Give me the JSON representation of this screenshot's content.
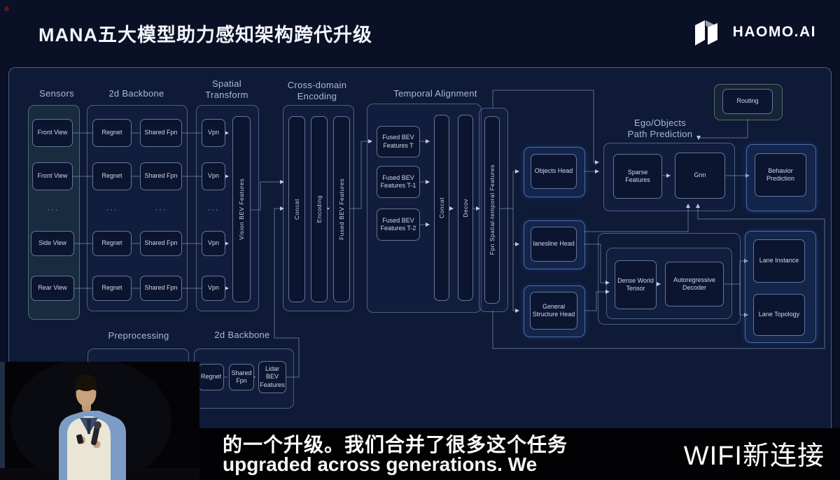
{
  "header": {
    "title": "MANA五大模型助力感知架构跨代升级",
    "brand": "HAOMO.AI"
  },
  "subtitle": {
    "zh": "的一个升级。我们合并了很多这个任务",
    "en": "upgraded across generations. We"
  },
  "watermark": "WIFI新连接",
  "colors": {
    "background": "#0a1026",
    "panel_fill": "#0e1a36",
    "panel_border": "#8ca3cd",
    "box_border": "#9bb2d8",
    "box_fill": "#0c1530",
    "highlight_blue": "#5f87cd",
    "routing_green": "#7d967d",
    "sensors_teal": "#2a484e",
    "text": "#ccd8ee"
  },
  "diagram": {
    "ellipsis": "···",
    "labels": {
      "sensors": "Sensors",
      "backbone2d": "2d Backbone",
      "spatial1": "Spatial",
      "spatial2": "Transform",
      "cross1": "Cross-domain",
      "cross2": "Encoding",
      "temporal": "Temporal Alignment",
      "ego1": "Ego/Objects",
      "ego2": "Path Prediction",
      "preprocessing": "Preprocessing",
      "backbone2d_bottom": "2d Backbone"
    },
    "boxes": {
      "front_view": "Front View",
      "side_view": "Side View",
      "rear_view": "Rear View",
      "regnet": "Regnet",
      "shared_fpn": "Shared Fpn",
      "vpn": "Vpn",
      "vision_bev": "Vision BEV Features",
      "concat": "Concat",
      "encoding": "Encoding",
      "fused_bev": "Fused BEV Features",
      "fused_t": "Fused BEV Features T",
      "fused_t1": "Fused BEV Features T-1",
      "fused_t2": "Fused BEV Features T-2",
      "decov": "Decov",
      "fpn_st": "Fpn Spatial-temporal Features",
      "objects_head": "Objects Head",
      "lanesline_head": "lanesline Head",
      "general_head": "General Structure Head",
      "routing": "Routing",
      "sparse": "Sparse Features",
      "gnn": "Gnn",
      "behavior": "Behavior Prediction",
      "dense": "Dense World Tensor",
      "autoreg": "Autoregressive Decoder",
      "lane_instance": "Lane Instance",
      "lane_topology": "Lane Topology",
      "lidar_bev": "Lidar BEV Features"
    }
  }
}
